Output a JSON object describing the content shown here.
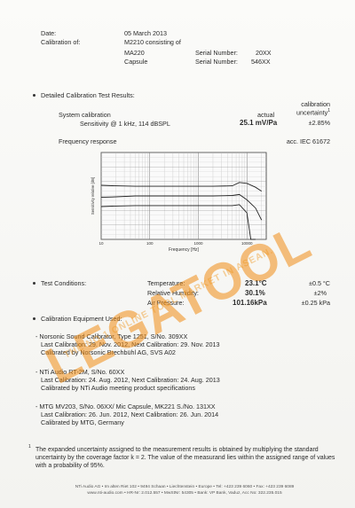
{
  "header": {
    "date_label": "Date:",
    "date_value": "05 March 2013",
    "calib_of_label": "Calibration of:",
    "calib_of_value": "M2210   consisting of",
    "items": [
      {
        "name": "MA220",
        "serial_label": "Serial Number:",
        "serial_value": "20XX"
      },
      {
        "name": "Capsule",
        "serial_label": "Serial Number:",
        "serial_value": "546XX"
      }
    ]
  },
  "detailed": {
    "heading": "Detailed Calibration Test Results:",
    "system_label": "System calibration",
    "sensitivity_label": "Sensitivity @ 1 kHz, 114 dBSPL",
    "actual_label": "actual",
    "actual_value": "25.1 mV/Pa",
    "uncert_label1": "calibration",
    "uncert_label2": "uncertainty",
    "uncert_sup": "1",
    "uncert_value": "±2.85%",
    "freq_label": "Frequency response",
    "freq_std": "acc. IEC 61672"
  },
  "chart_data": {
    "type": "line",
    "xlabel": "Frequency [Hz]",
    "ylabel": "Sensitivity relative [dB]",
    "x_ticks": [
      "10",
      "100",
      "1000",
      "10000"
    ],
    "x_range": [
      10,
      25000
    ],
    "y_range": [
      -9,
      9
    ],
    "series": [
      {
        "x": [
          10,
          20,
          50,
          100,
          200,
          500,
          1000,
          2000,
          5000,
          7000,
          10000,
          15000,
          20000
        ],
        "y": [
          2.2,
          2.1,
          2.0,
          2.0,
          2.0,
          2.0,
          2.0,
          2.0,
          2.1,
          2.8,
          2.6,
          1.8,
          1.0
        ]
      },
      {
        "x": [
          10,
          20,
          50,
          100,
          200,
          500,
          1000,
          2000,
          5000,
          7000,
          10000,
          15000,
          20000
        ],
        "y": [
          -0.3,
          -0.2,
          0,
          0,
          0,
          0,
          0,
          0,
          0.1,
          0.3,
          -0.8,
          -2.5,
          -5
        ]
      },
      {
        "x": [
          10,
          20,
          50,
          100,
          200,
          500,
          1000,
          2000,
          5000,
          7000,
          10000,
          12000,
          15000
        ],
        "y": [
          -2.2,
          -2.1,
          -2.0,
          -2.0,
          -2.0,
          -2.0,
          -2.0,
          -2.0,
          -2.0,
          -1.8,
          -3.5,
          -9,
          -9
        ]
      }
    ]
  },
  "conditions": {
    "heading": "Test Conditions:",
    "rows": [
      {
        "label": "Temperature:",
        "value": "23.1°C",
        "tol": "±0.5 °C"
      },
      {
        "label": "Relative Humidity:",
        "value": "30.1%",
        "tol": "±2%"
      },
      {
        "label": "Air Pressure:",
        "value": "101.16kPa",
        "tol": "±0.25 kPa"
      }
    ]
  },
  "equipment": {
    "heading": "Calibration Equipment Used:",
    "items": [
      {
        "line1": "- Norsonic Sound Calibrator, Type 1251, S/No. 309XX",
        "line2": "Last Calibration: 29. Nov. 2012, Next Calibration: 29. Nov. 2013",
        "line3": "Calibrated by Norsonic Brechbühl AG, SVS A02"
      },
      {
        "line1": "- NTi Audio RT-2M, S/No. 60XX",
        "line2": "Last Calibration: 24. Aug. 2012, Next Calibration: 24. Aug. 2013",
        "line3": "Calibrated by NTi Audio meeting product specifications"
      },
      {
        "line1": "- MTG MV203, S/No. 06XX/ Mic Capsule, MK221 S./No. 131XX",
        "line2": "Last Calibration: 26. Jun. 2012, Next Calibration: 26. Jun. 2014",
        "line3": "Calibrated by MTG, Germany"
      }
    ]
  },
  "footnote": {
    "sup": "1",
    "text": "The expanded uncertainty assigned to the measurement results is obtained by multiplying the standard uncertainty by the coverage factor k = 2. The value of the measurand lies within the assigned range of values with a probability of 95%."
  },
  "footer": {
    "line1": "NTi Audio AG • Im alten Riet 102 • 9494 Schaan • Liechtenstein • Europe • Tel: +423 239 6060 • Fax: +423 239 6089",
    "line2": "www.nti-audio.com • HR-Nr: 2.012.557 • MwStNr: 54305 • Bank: VP Bank, Vaduz, Acc No: 322.235.015"
  },
  "watermark": {
    "brand": "LEGATOOL",
    "tagline": "THE NO.1 ONLINE TOOL MARKET IN ASEAN."
  },
  "colors": {
    "watermark": "#f08c14",
    "text": "#2a2a2a"
  }
}
